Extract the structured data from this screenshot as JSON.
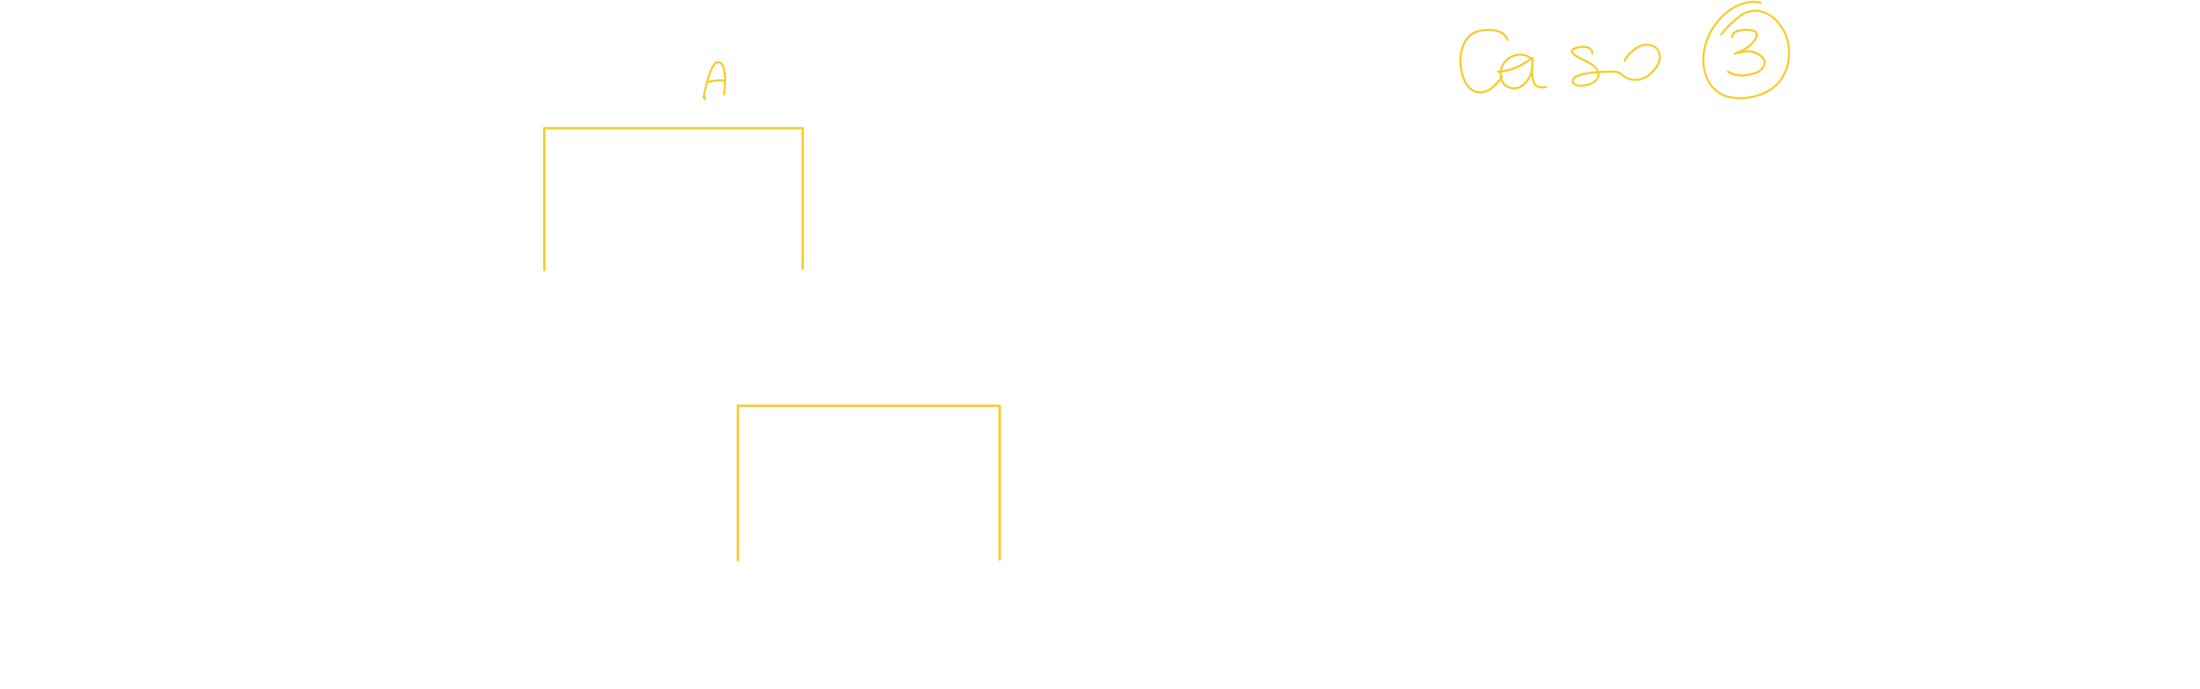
{
  "canvas": {
    "background": "#ffffff",
    "ink_color": "#f8cc2c"
  },
  "labels": {
    "bracket_a": "A",
    "case_title": "Caso",
    "case_number": "3"
  },
  "icons": {
    "case_number_circle": "circle-outline"
  }
}
